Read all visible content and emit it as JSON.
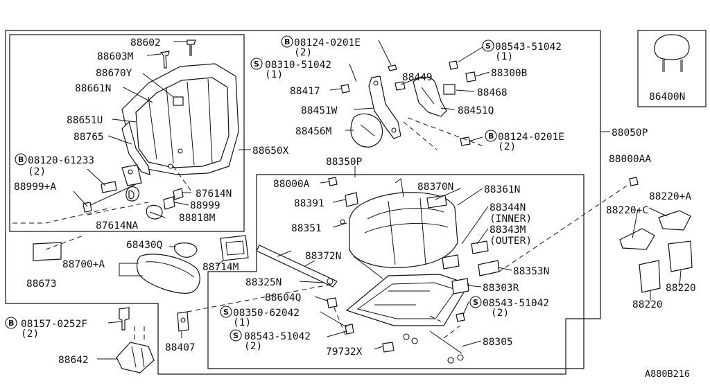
{
  "diagram_code": "A880B216",
  "labels": {
    "p88602": "88602",
    "p88603M": "88603M",
    "p88670Y": "88670Y",
    "p88661N": "88661N",
    "p88651U": "88651U",
    "p88765": "88765",
    "p08120_61233": "08120-61233",
    "p08120_qty": "(2)",
    "p88999A": "88999+A",
    "p87614NA": "87614NA",
    "p87614N": "87614N",
    "p88999": "88999",
    "p88818M": "88818M",
    "p88650X": "88650X",
    "p08124_top": "08124-0201E",
    "p08124_top_qty": "(2)",
    "p08310": "08310-51042",
    "p08310_qty": "(1)",
    "p88417": "88417",
    "p88449": "88449",
    "p08543_top": "08543-51042",
    "p08543_top_qty": "(1)",
    "p88300B": "88300B",
    "p88468": "88468",
    "p88451W": "88451W",
    "p88451Q": "88451Q",
    "p88456M": "88456M",
    "p08124_mid": "08124-0201E",
    "p08124_mid_qty": "(2)",
    "p88050P": "88050P",
    "p86400N": "86400N",
    "p88350P": "88350P",
    "p88000A": "88000A",
    "p88370N": "88370N",
    "p88361N": "88361N",
    "p88391": "88391",
    "p88351": "88351",
    "p88344N": "88344N",
    "p88344N_sub": "(INNER)",
    "p88343M": "88343M",
    "p88343M_sub": "(OUTER)",
    "p88372N": "88372N",
    "p88353N": "88353N",
    "p88325N": "88325N",
    "p88303R": "88303R",
    "p88604Q": "88604Q",
    "p08543_mid": "08543-51042",
    "p08543_mid_qty": "(2)",
    "p08350": "08350-62042",
    "p08350_qty": "(1)",
    "p08543_low": "08543-51042",
    "p08543_low_qty": "(2)",
    "p88305": "88305",
    "p79732X": "79732X",
    "p88000AA": "88000AA",
    "p88220A": "88220+A",
    "p88220C": "88220+C",
    "p88220_r": "88220",
    "p88220_b": "88220",
    "p68430Q": "68430Q",
    "p88700A": "88700+A",
    "p88714M": "88714M",
    "p88673": "88673",
    "p88407": "88407",
    "p08157": "08157-0252F",
    "p08157_qty": "(2)",
    "p88642": "88642"
  },
  "prefix_symbols": {
    "bolt": "B",
    "screw": "S"
  }
}
